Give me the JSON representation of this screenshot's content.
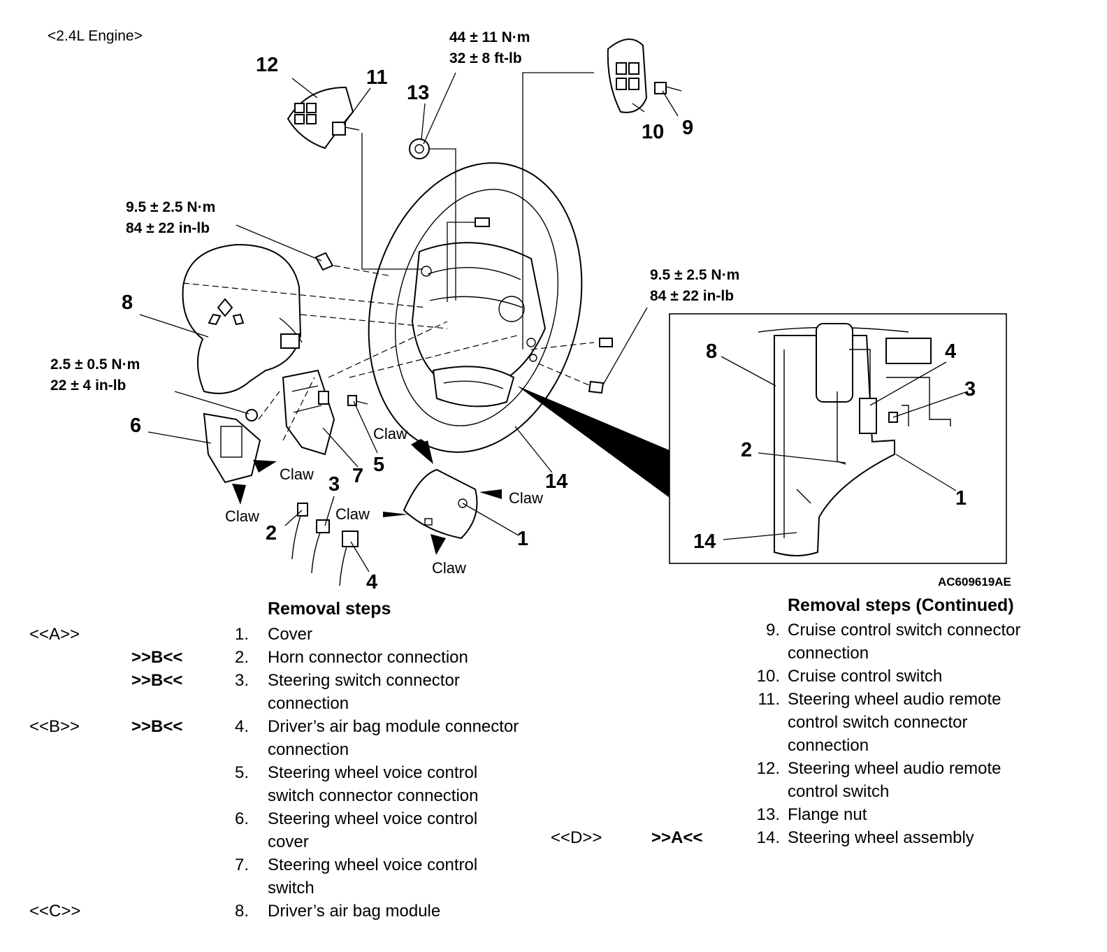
{
  "engine_label": "<2.4L Engine>",
  "figure_id": "AC609619AE",
  "torque_specs": {
    "flange_nut": {
      "nm": "44 ± 11 N·m",
      "imperial": "32 ± 8 ft-lb"
    },
    "airbag_bolt_left": {
      "nm": "9.5 ± 2.5 N·m",
      "imperial": "84 ± 22 in-lb"
    },
    "airbag_bolt_right": {
      "nm": "9.5 ± 2.5 N·m",
      "imperial": "84 ± 22 in-lb"
    },
    "voice_cover_screw": {
      "nm": "2.5 ± 0.5 N·m",
      "imperial": "22 ± 4 in-lb"
    }
  },
  "claw_label": "Claw",
  "callouts": {
    "c1": "1",
    "c2": "2",
    "c3": "3",
    "c4": "4",
    "c5": "5",
    "c6": "6",
    "c7": "7",
    "c8": "8",
    "c9": "9",
    "c10": "10",
    "c11": "11",
    "c12": "12",
    "c13": "13",
    "c14": "14"
  },
  "inset_callouts": {
    "c8": "8",
    "c4": "4",
    "c3": "3",
    "c2": "2",
    "c1": "1",
    "c14": "14"
  },
  "removal_steps": {
    "title": "Removal steps",
    "items": [
      {
        "a": "<<A>>",
        "b": "",
        "n": "1.",
        "text": "Cover"
      },
      {
        "a": "",
        "b": ">>B<<",
        "n": "2.",
        "text": "Horn connector connection"
      },
      {
        "a": "",
        "b": ">>B<<",
        "n": "3.",
        "text": "Steering switch connector connection"
      },
      {
        "a": "<<B>>",
        "b": ">>B<<",
        "n": "4.",
        "text": "Driver’s air bag module connector connection"
      },
      {
        "a": "",
        "b": "",
        "n": "5.",
        "text": "Steering wheel voice control switch connector connection"
      },
      {
        "a": "",
        "b": "",
        "n": "6.",
        "text": "Steering wheel voice control cover"
      },
      {
        "a": "",
        "b": "",
        "n": "7.",
        "text": "Steering wheel voice control switch"
      },
      {
        "a": "<<C>>",
        "b": "",
        "n": "8.",
        "text": "Driver’s air bag module"
      }
    ]
  },
  "removal_steps_continued": {
    "title": "Removal steps (Continued)",
    "items": [
      {
        "a": "",
        "b": "",
        "n": "9.",
        "text": "Cruise control switch connector connection"
      },
      {
        "a": "",
        "b": "",
        "n": "10.",
        "text": "Cruise control switch"
      },
      {
        "a": "",
        "b": "",
        "n": "11.",
        "text": "Steering wheel audio remote control switch connector connection"
      },
      {
        "a": "",
        "b": "",
        "n": "12.",
        "text": "Steering wheel audio remote control switch"
      },
      {
        "a": "",
        "b": "",
        "n": "13.",
        "text": "Flange nut"
      },
      {
        "a": "<<D>>",
        "b": ">>A<<",
        "n": "14.",
        "text": "Steering wheel assembly"
      }
    ]
  }
}
